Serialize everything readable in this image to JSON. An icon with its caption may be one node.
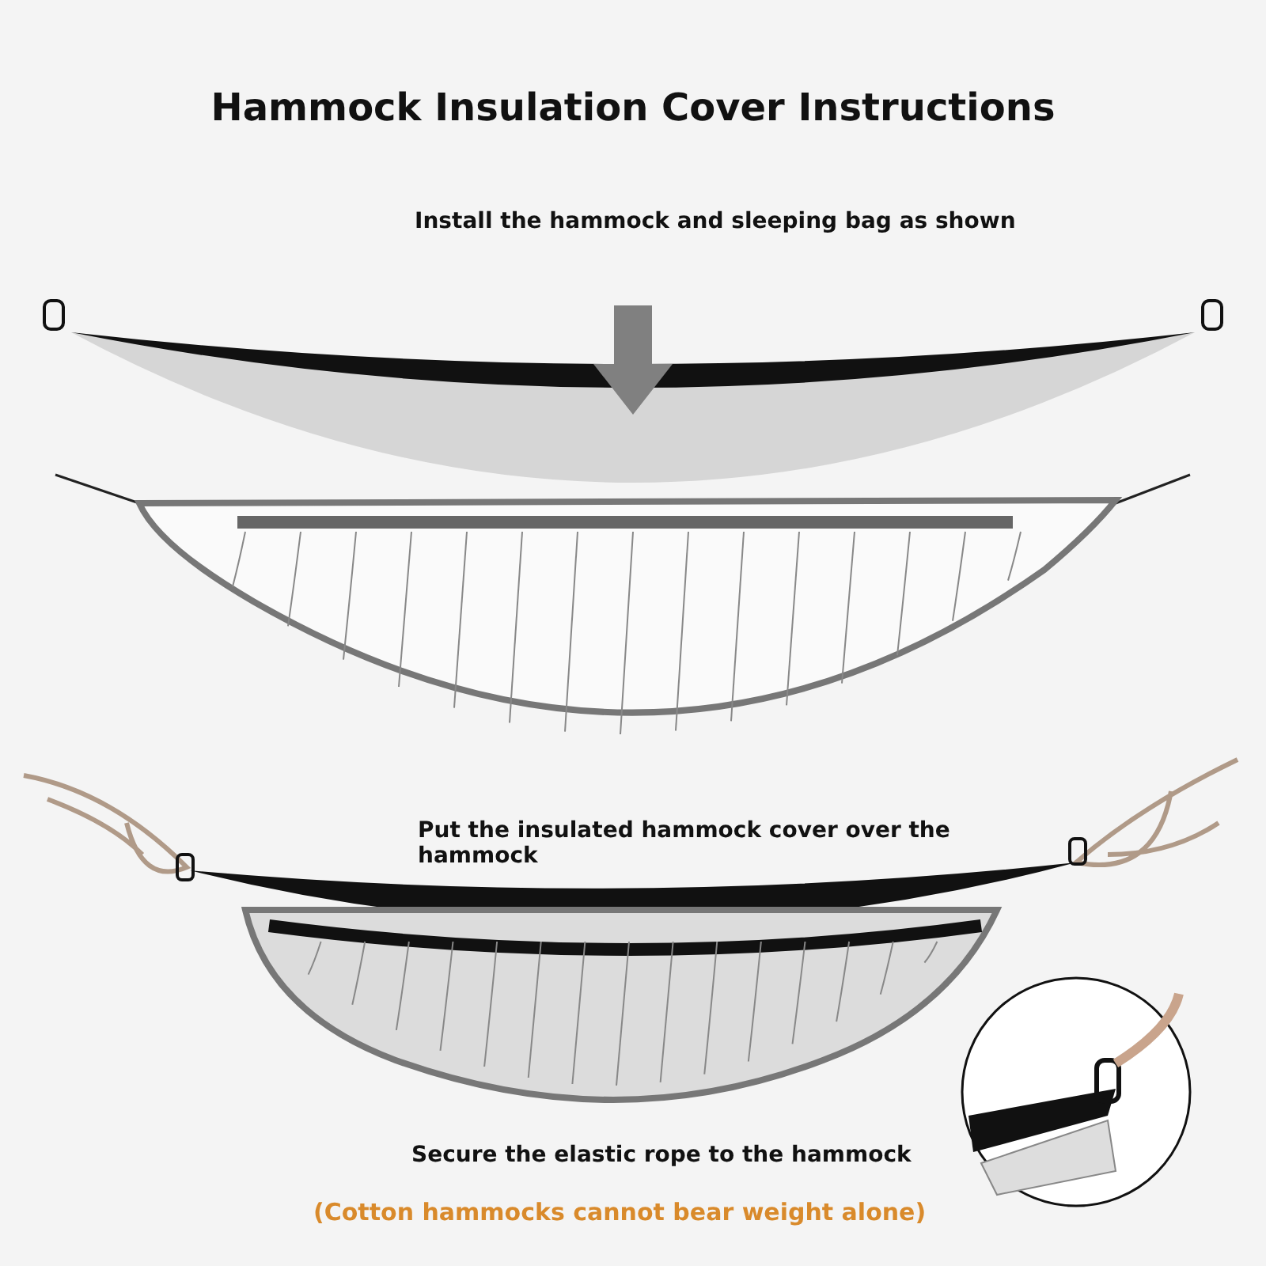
{
  "diagram": {
    "title": "Hammock Insulation Cover Instructions",
    "labels": [
      "Install the hammock and sleeping bag as shown",
      "Put the insulated hammock cover over the hammock",
      "Secure the elastic rope to the hammock",
      "(Cotton hammocks cannot bear weight alone)"
    ]
  }
}
